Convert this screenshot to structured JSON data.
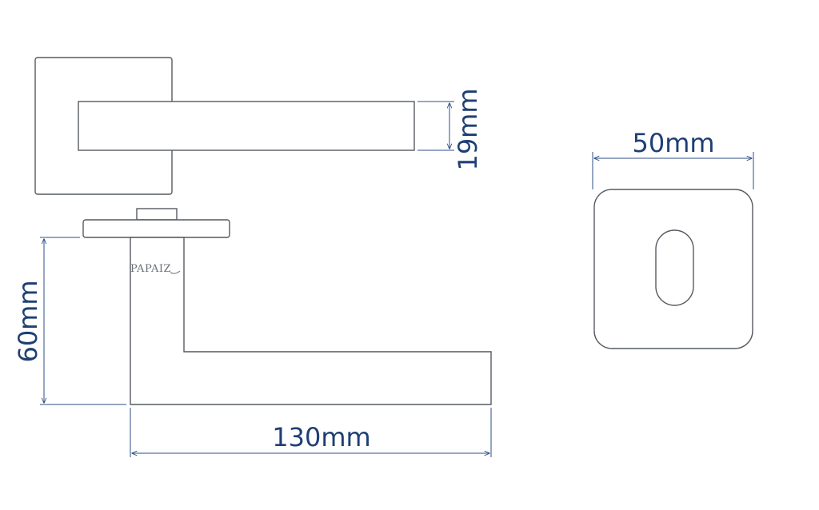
{
  "brand": "PAPAIZ",
  "dimensions": {
    "lever_thickness": "19mm",
    "rose_width": "50mm",
    "lever_height": "60mm",
    "lever_length": "130mm"
  },
  "colors": {
    "outline": "#555a60",
    "dimension": "#2d4f86",
    "dimension_text": "#1f3f74",
    "background": "#ffffff"
  }
}
